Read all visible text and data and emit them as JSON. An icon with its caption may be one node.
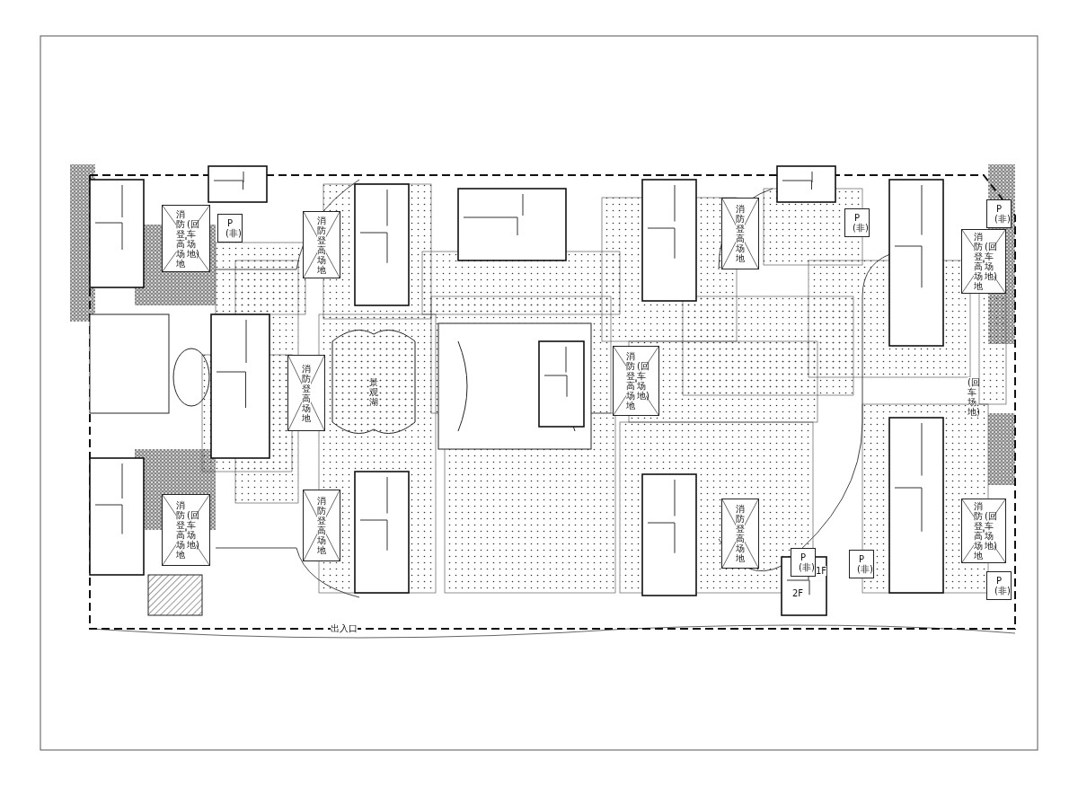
{
  "diagram": {
    "nodes": [
      {
        "text": [
          "消防登高场地",
          "(回车场地)"
        ]
      },
      {
        "text": [
          "消防登高场地"
        ]
      },
      {
        "text": [
          "消防登高场地"
        ]
      },
      {
        "text": [
          "消防登高场地",
          "(回车场地)"
        ]
      },
      {
        "text": [
          "消防登高场地"
        ]
      },
      {
        "text": [
          "消防登高场地",
          "(回车场地)"
        ]
      },
      {
        "text": [
          "消防登高场地"
        ]
      },
      {
        "text": [
          "消防登高场地"
        ]
      },
      {
        "text": [
          "消防登高场地",
          "(回车场地)"
        ]
      },
      {
        "text": [
          "消防登高场地",
          "(回车场地)"
        ]
      },
      {
        "text": [
          "P(非)"
        ]
      },
      {
        "text": [
          "P(非)"
        ]
      },
      {
        "text": [
          "P(非)"
        ]
      },
      {
        "text": [
          "P(非)"
        ]
      },
      {
        "text": [
          "P(非)"
        ]
      },
      {
        "text": [
          "P(非)"
        ]
      }
    ],
    "labels": [
      "景观湖",
      "(回车场地)",
      "1F",
      "2F",
      "出入口"
    ]
  }
}
